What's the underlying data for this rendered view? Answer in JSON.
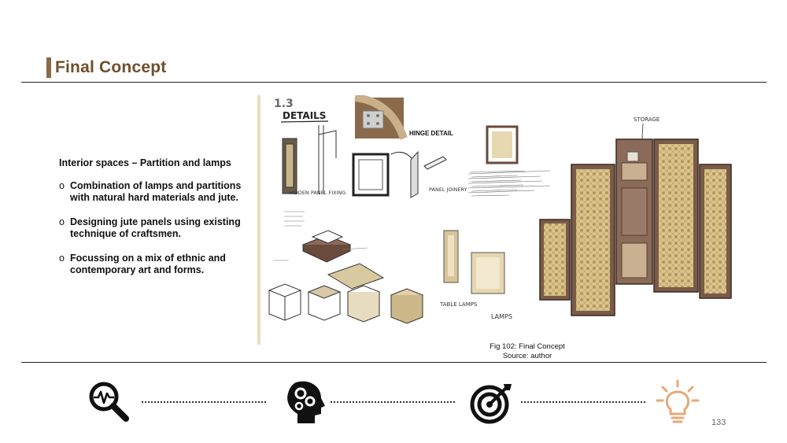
{
  "header": {
    "title": "Final Concept"
  },
  "content": {
    "heading": "Interior spaces – Partition and lamps",
    "bullet_marker": "o",
    "bullets": [
      "Combination of lamps and partitions with natural hard materials and jute.",
      "Designing jute panels using existing technique of craftsmen.",
      "Focussing on a mix of ethnic and contemporary art and forms."
    ]
  },
  "figure": {
    "sketch_labels": {
      "number": "1.3",
      "details": "DETAILS",
      "hinge": "HINGE DETAIL",
      "hidden_panel": "HIDDEN PANEL FIXING",
      "joinery": "PANEL JOINERY",
      "storage": "STORAGE",
      "table_lamps": "TABLE LAMPS",
      "lamps": "LAMPS"
    },
    "caption_line1": "Fig 102: Final Concept",
    "caption_line2": "Source: author"
  },
  "nav": {
    "icons": [
      "search-analysis-icon",
      "brain-gears-icon",
      "target-icon",
      "lightbulb-icon"
    ],
    "active_color": "#e8a878",
    "inactive_color": "#111111"
  },
  "page_number": "133"
}
